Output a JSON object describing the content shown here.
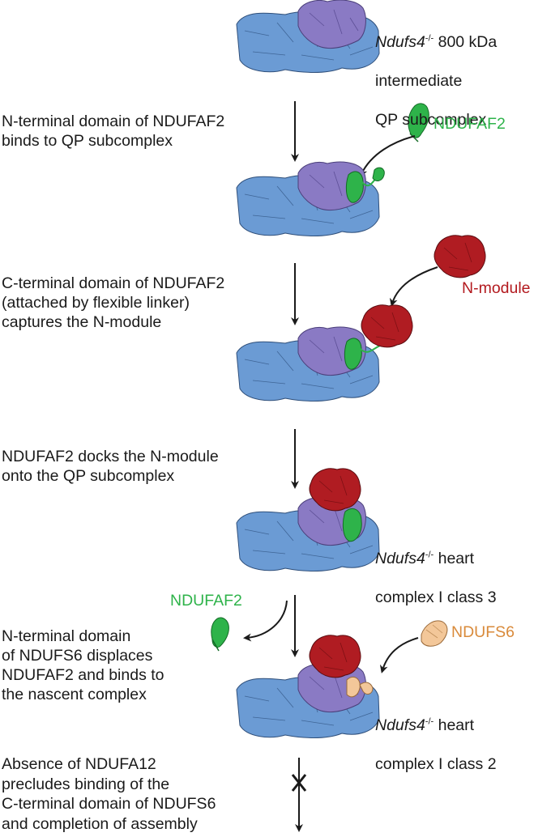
{
  "steps": {
    "s0_label": {
      "gene": "Ndufs4",
      "sup": "-/-",
      "rest": " 800 kDa",
      "line2": "intermediate",
      "line3": "QP subcomplex"
    },
    "s1_text": "N-terminal domain of NDUFAF2\nbinds to QP subcomplex",
    "s1_label": "NDUFAF2",
    "s2_text": "C-terminal domain of NDUFAF2\n(attached by flexible linker)\ncaptures the N-module",
    "s2_label": "N-module",
    "s3_text": "NDUFAF2 docks the N-module\nonto the QP subcomplex",
    "s3_label": {
      "gene": "Ndufs4",
      "sup": "-/-",
      "rest": " heart",
      "line2": "complex I class 3"
    },
    "s4_released": "NDUFAF2",
    "s4_text": "N-terminal domain\nof NDUFS6 displaces\nNDUFAF2 and binds to\nthe nascent complex",
    "s4_label": "NDUFS6",
    "s4_class": {
      "gene": "Ndufs4",
      "sup": "-/-",
      "rest": " heart",
      "line2": "complex I class 2"
    },
    "s5_text": "Absence of NDUFA12\nprecludes binding of the\nC-terminal domain of NDUFS6\nand completion of assembly"
  },
  "colors": {
    "qp_blue": "#6b9bd4",
    "pp_purple": "#8a7ac4",
    "ndufaf2_green": "#2eb34a",
    "nmodule_red": "#b01c22",
    "ndufs6_orange": "#f3c799"
  }
}
